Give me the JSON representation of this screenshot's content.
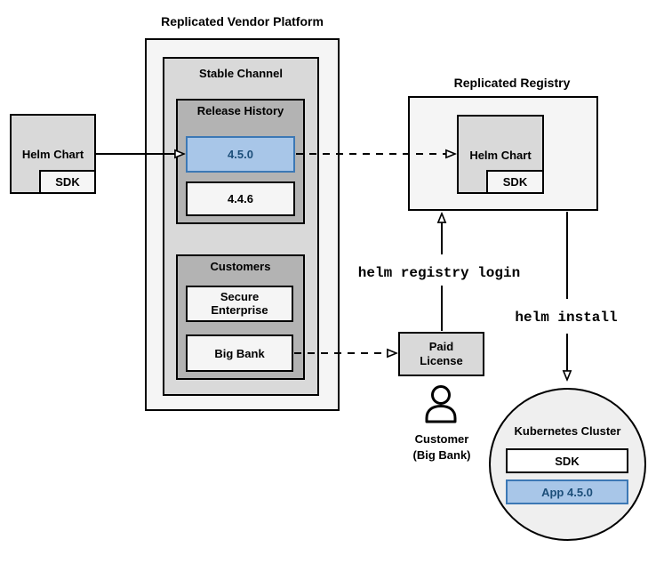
{
  "colors": {
    "box-light": "#F5F5F5",
    "box-mid": "#D9D9D9",
    "box-dark": "#B3B3B3",
    "circle-fill": "#EFEFEF",
    "highlight-fill": "#A8C6E8",
    "highlight-border": "#3C78B5",
    "highlight-text": "#1C4E79",
    "line": "#000000"
  },
  "platform": {
    "title": "Replicated Vendor Platform",
    "stable_channel": {
      "label": "Stable Channel",
      "release_history": {
        "label": "Release History",
        "versions": [
          {
            "label": "4.5.0",
            "highlighted": true
          },
          {
            "label": "4.4.6",
            "highlighted": false
          }
        ]
      },
      "customers": {
        "label": "Customers",
        "items": [
          {
            "label": "Secure Enterprise"
          },
          {
            "label": "Big Bank"
          }
        ]
      }
    }
  },
  "helm_chart_source": {
    "label": "Helm Chart",
    "sdk": "SDK"
  },
  "registry": {
    "title": "Replicated Registry",
    "helm_chart": {
      "label": "Helm Chart",
      "sdk": "SDK"
    }
  },
  "paid_license": {
    "label": "Paid License"
  },
  "customer": {
    "name": "Customer",
    "detail": "(Big Bank)"
  },
  "commands": {
    "registry_login": "helm registry login",
    "install": "helm install"
  },
  "kubernetes": {
    "label": "Kubernetes Cluster",
    "sdk": "SDK",
    "app": "App 4.5.0"
  }
}
